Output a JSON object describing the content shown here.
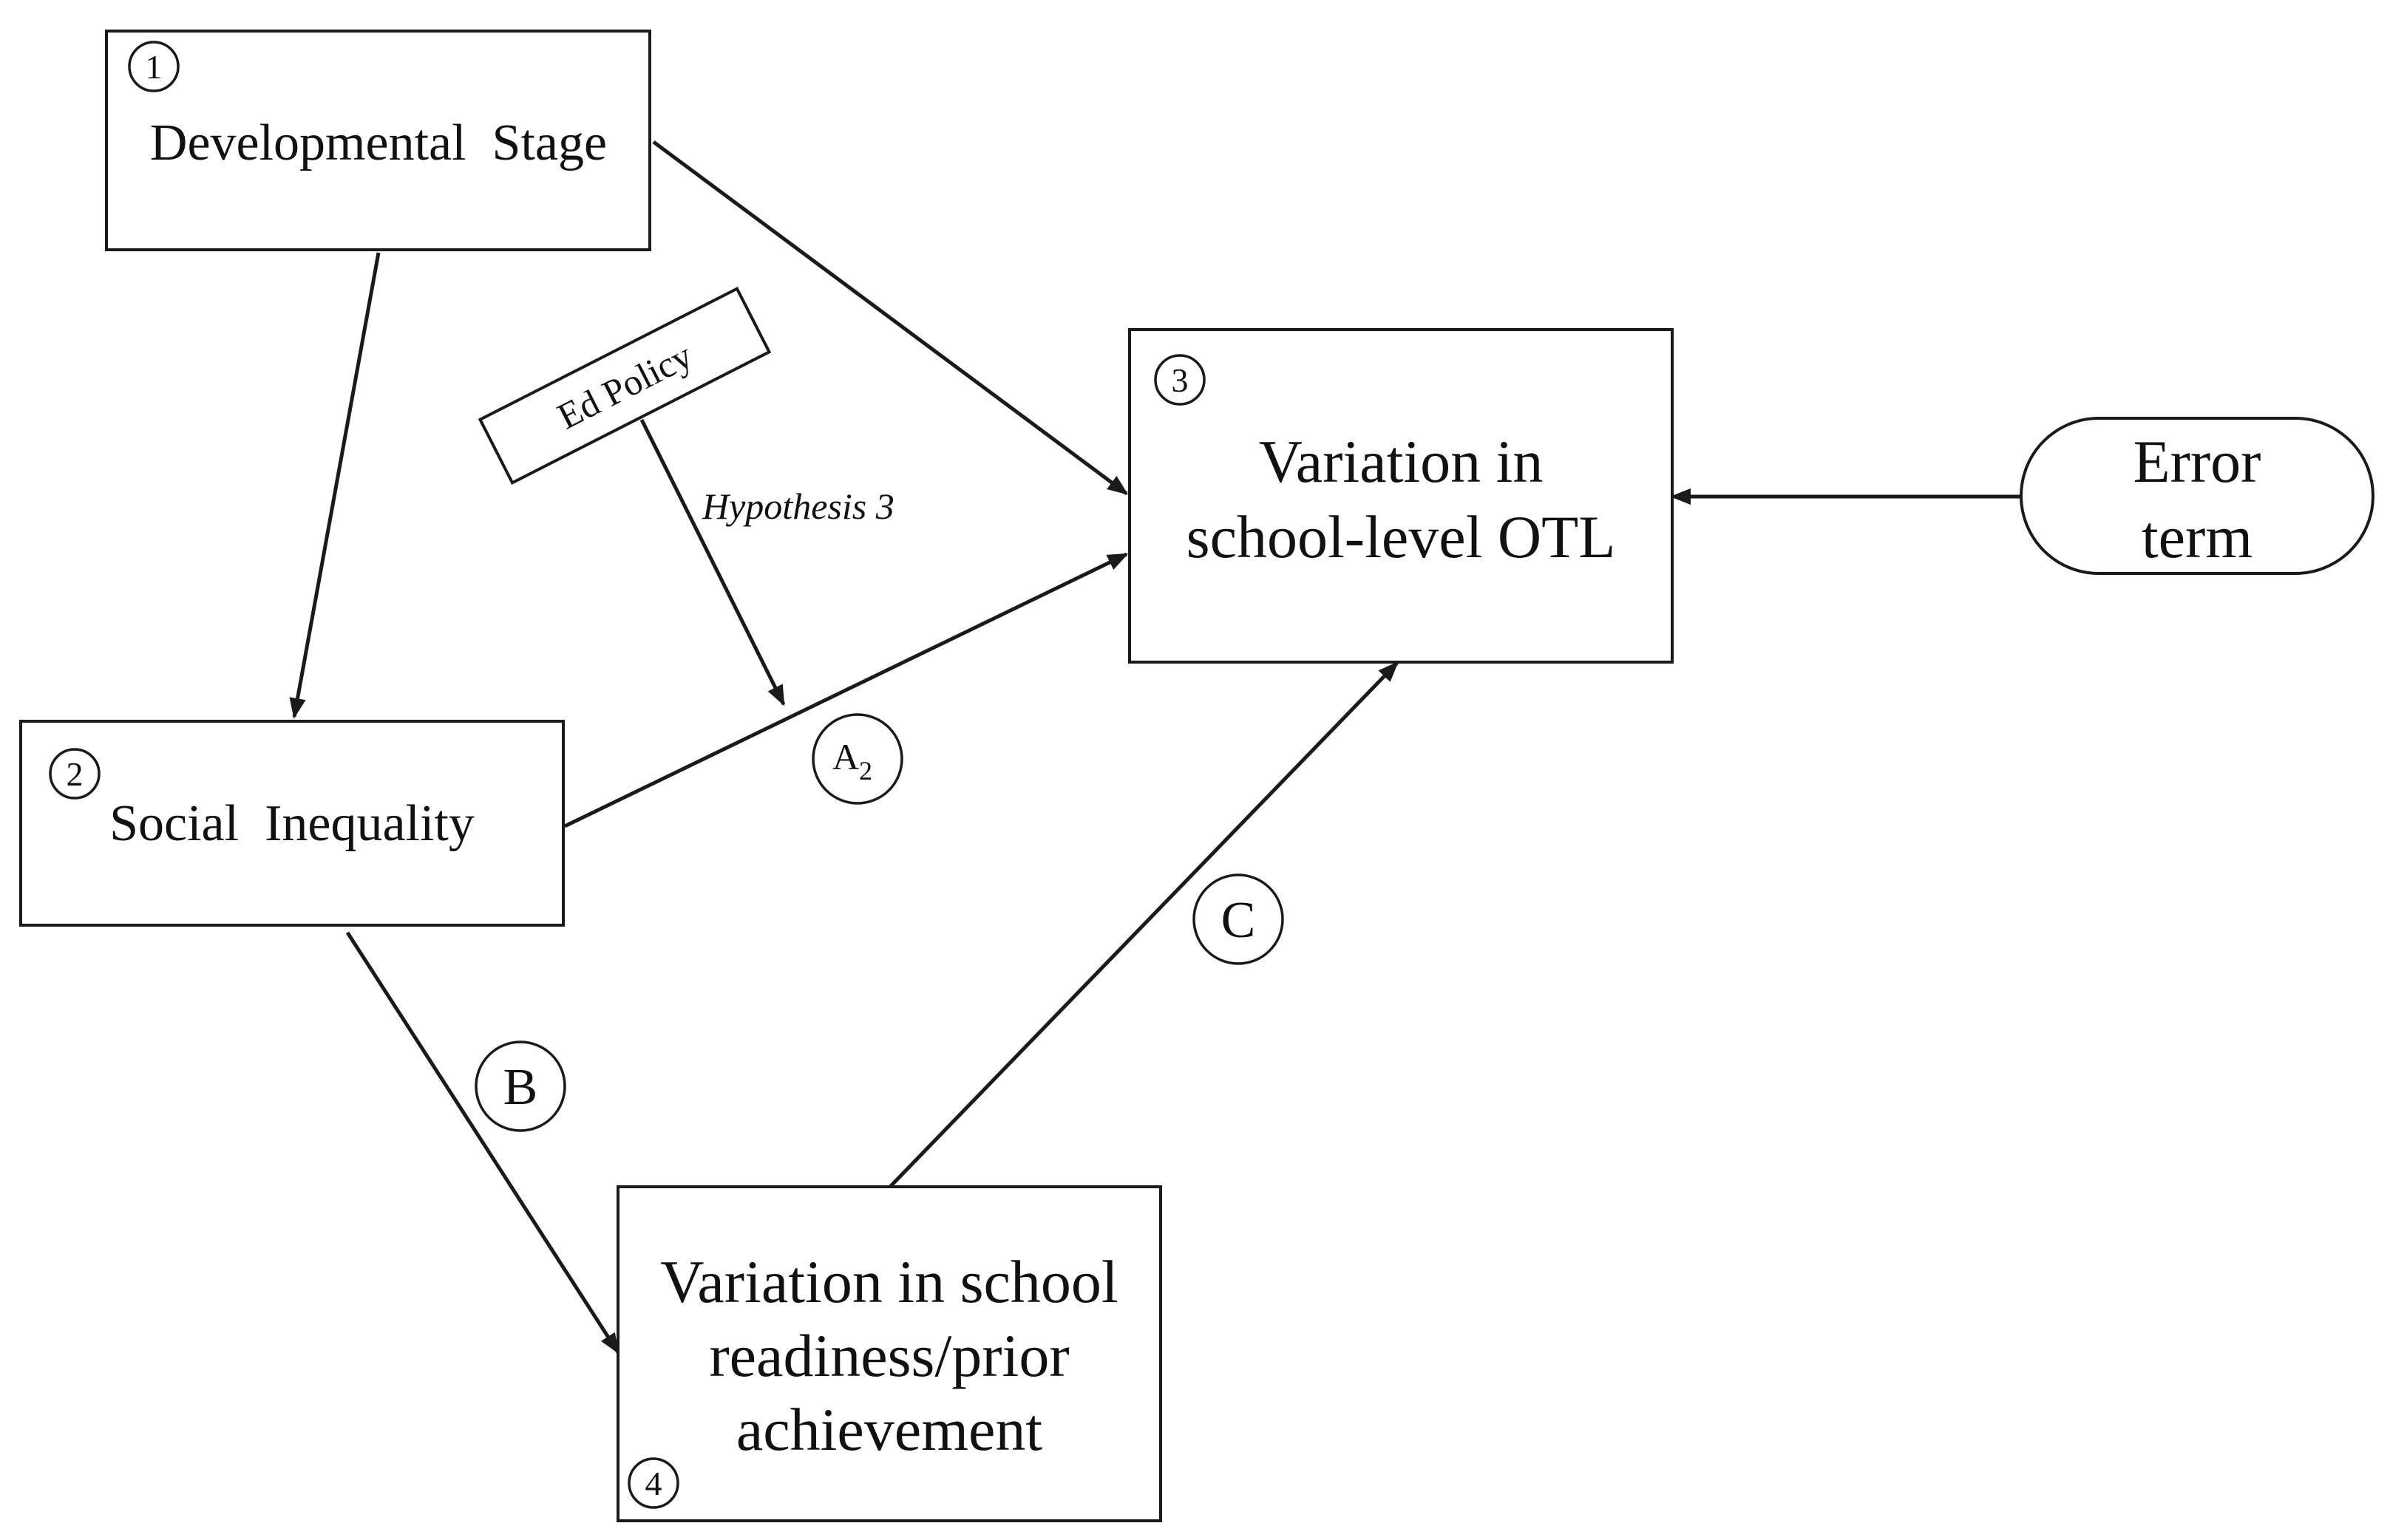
{
  "nodes": {
    "developmental_stage": {
      "number": "1",
      "label": "Developmental  Stage"
    },
    "social_inequality": {
      "number": "2",
      "label": "Social  Inequality"
    },
    "school_otl": {
      "number": "3",
      "lines": [
        "Variation in",
        "school-level OTL"
      ]
    },
    "school_readiness": {
      "number": "4",
      "lines": [
        "Variation in school",
        "readiness/prior",
        "achievement"
      ]
    },
    "error_term": {
      "lines": [
        "Error",
        "term"
      ]
    },
    "ed_policy": {
      "label": "Ed Policy"
    }
  },
  "edge_labels": {
    "hypothesis": "Hypothesis 3",
    "a2_main": "A",
    "a2_sub": "2",
    "b": "B",
    "c": "C"
  }
}
